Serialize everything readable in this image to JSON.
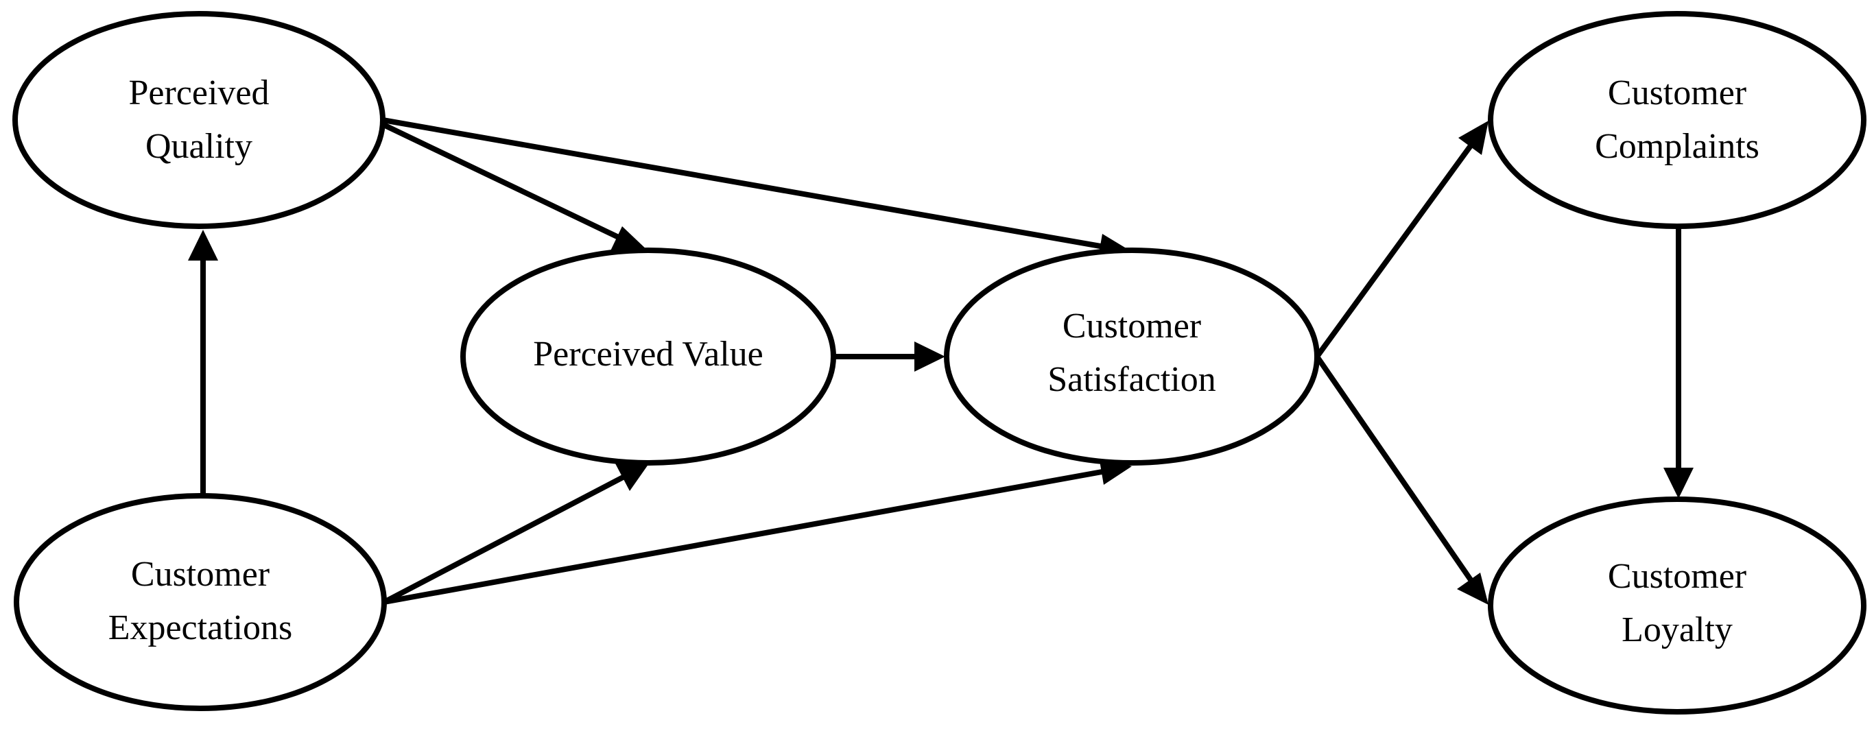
{
  "diagram": {
    "nodes": {
      "perceived_quality": {
        "line1": "Perceived",
        "line2": "Quality"
      },
      "perceived_value": {
        "line1": "Perceived Value"
      },
      "customer_satisfaction": {
        "line1": "Customer",
        "line2": "Satisfaction"
      },
      "customer_expectations": {
        "line1": "Customer",
        "line2": "Expectations"
      },
      "customer_complaints": {
        "line1": "Customer",
        "line2": "Complaints"
      },
      "customer_loyalty": {
        "line1": "Customer",
        "line2": "Loyalty"
      }
    },
    "edges": [
      {
        "from": "Customer Expectations",
        "to": "Perceived Quality"
      },
      {
        "from": "Perceived Quality",
        "to": "Perceived Value"
      },
      {
        "from": "Perceived Quality",
        "to": "Customer Satisfaction"
      },
      {
        "from": "Customer Expectations",
        "to": "Perceived Value"
      },
      {
        "from": "Customer Expectations",
        "to": "Customer Satisfaction"
      },
      {
        "from": "Perceived Value",
        "to": "Customer Satisfaction"
      },
      {
        "from": "Customer Satisfaction",
        "to": "Customer Complaints"
      },
      {
        "from": "Customer Satisfaction",
        "to": "Customer Loyalty"
      },
      {
        "from": "Customer Complaints",
        "to": "Customer Loyalty"
      }
    ],
    "colors": {
      "stroke": "#000000",
      "fill": "#ffffff",
      "text": "#000000"
    }
  }
}
